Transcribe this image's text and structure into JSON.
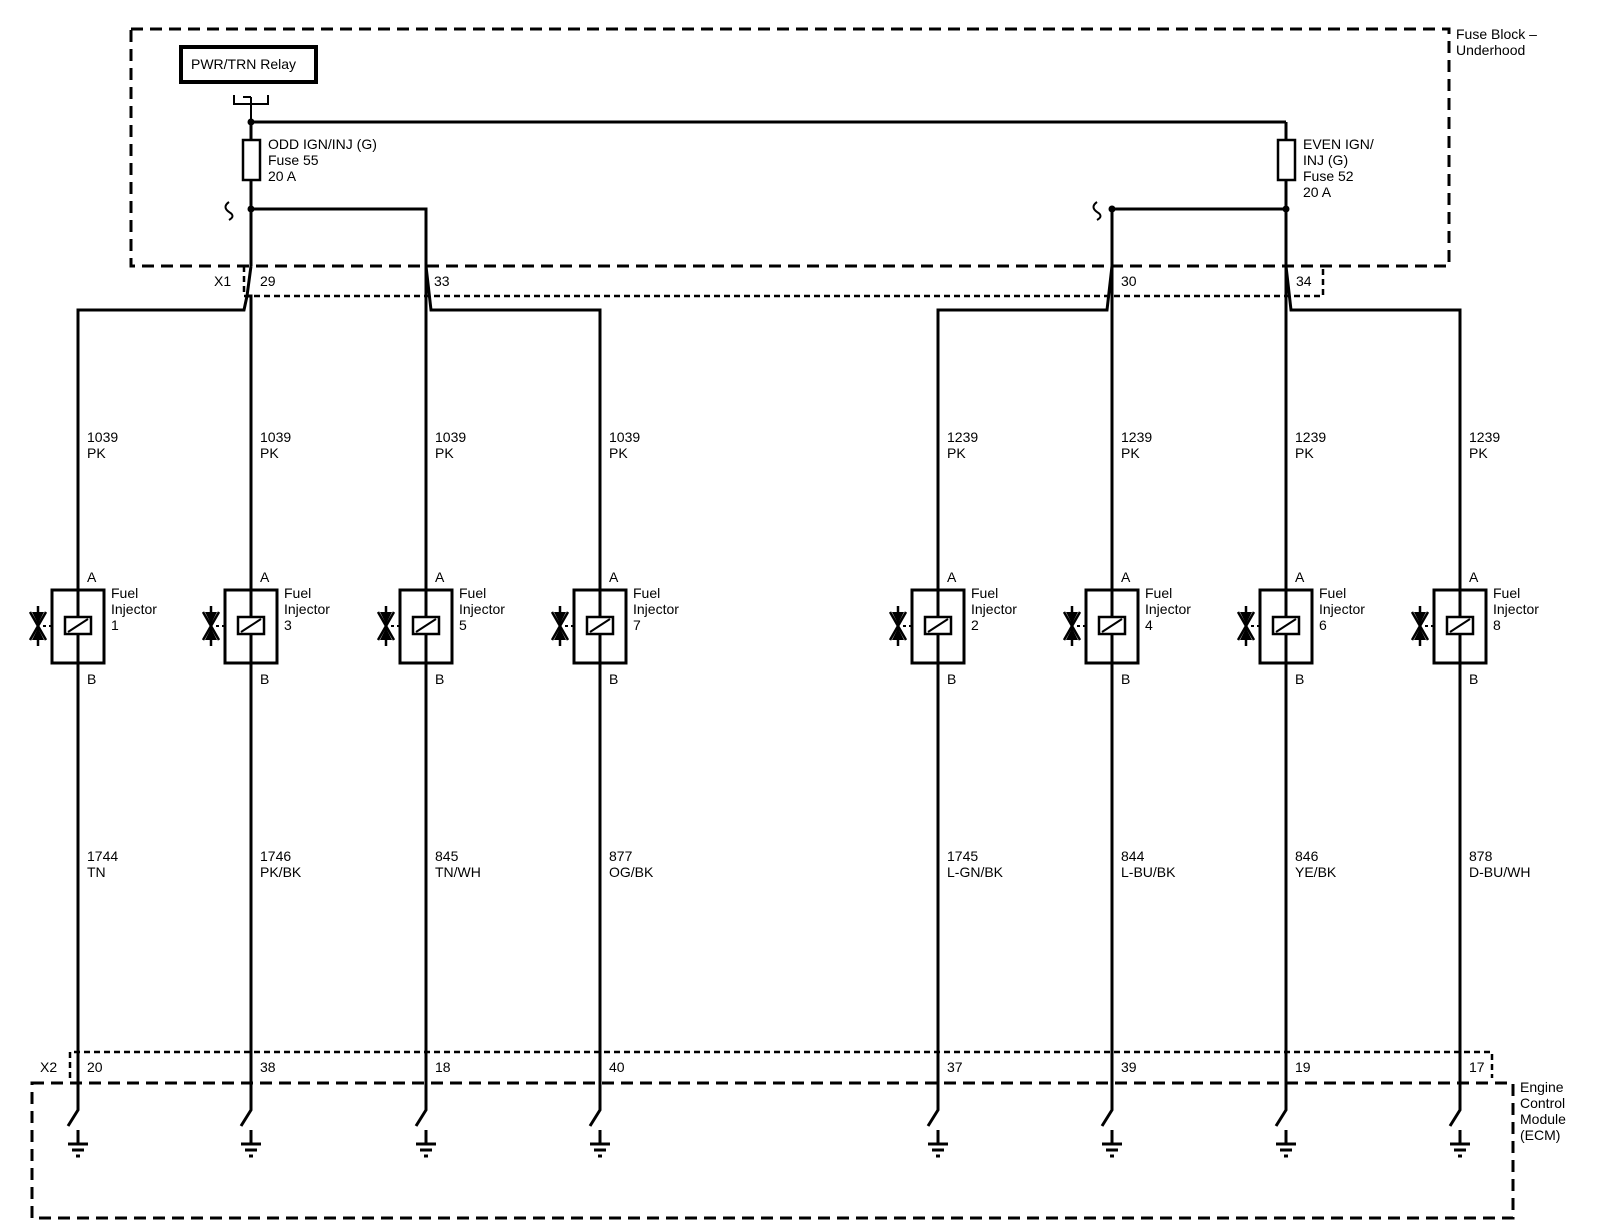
{
  "fuse_block": {
    "label_line1": "Fuse Block –",
    "label_line2": "Underhood"
  },
  "relay": {
    "label": "PWR/TRN Relay"
  },
  "fuse_odd": {
    "line1": "ODD IGN/INJ (G)",
    "line2": "Fuse 55",
    "line3": "20 A"
  },
  "fuse_even": {
    "line1": "EVEN IGN/",
    "line2": "INJ (G)",
    "line3": "Fuse 52",
    "line4": "20 A"
  },
  "connector_x1": {
    "label": "X1",
    "pins": [
      "29",
      "33",
      "30",
      "34"
    ]
  },
  "connector_x2": {
    "label": "X2"
  },
  "ecm": {
    "line1": "Engine",
    "line2": "Control",
    "line3": "Module",
    "line4": "(ECM)"
  },
  "injectors": [
    {
      "num": "1",
      "feed_circuit": "1039",
      "feed_color": "PK",
      "ctrl_circuit": "1744",
      "ctrl_color": "TN",
      "ecm_pin": "20"
    },
    {
      "num": "3",
      "feed_circuit": "1039",
      "feed_color": "PK",
      "ctrl_circuit": "1746",
      "ctrl_color": "PK/BK",
      "ecm_pin": "38"
    },
    {
      "num": "5",
      "feed_circuit": "1039",
      "feed_color": "PK",
      "ctrl_circuit": "845",
      "ctrl_color": "TN/WH",
      "ecm_pin": "18"
    },
    {
      "num": "7",
      "feed_circuit": "1039",
      "feed_color": "PK",
      "ctrl_circuit": "877",
      "ctrl_color": "OG/BK",
      "ecm_pin": "40"
    },
    {
      "num": "2",
      "feed_circuit": "1239",
      "feed_color": "PK",
      "ctrl_circuit": "1745",
      "ctrl_color": "L-GN/BK",
      "ecm_pin": "37"
    },
    {
      "num": "4",
      "feed_circuit": "1239",
      "feed_color": "PK",
      "ctrl_circuit": "844",
      "ctrl_color": "L-BU/BK",
      "ecm_pin": "39"
    },
    {
      "num": "6",
      "feed_circuit": "1239",
      "feed_color": "PK",
      "ctrl_circuit": "846",
      "ctrl_color": "YE/BK",
      "ecm_pin": "19"
    },
    {
      "num": "8",
      "feed_circuit": "1239",
      "feed_color": "PK",
      "ctrl_circuit": "878",
      "ctrl_color": "D-BU/WH",
      "ecm_pin": "17"
    }
  ],
  "injector_label": {
    "line1": "Fuel",
    "line2": "Injector"
  },
  "terminal_a": "A",
  "terminal_b": "B"
}
